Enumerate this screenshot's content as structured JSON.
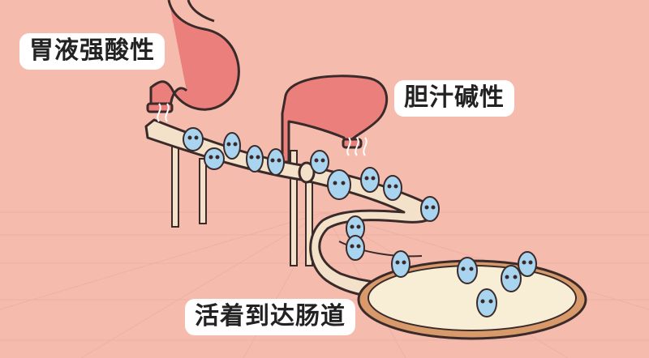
{
  "labels": {
    "stomach": "胃液强酸性",
    "bile": "胆汁碱性",
    "intestine": "活着到达肠道"
  },
  "colors": {
    "background": "#f5bcae",
    "organ": "#ea7f7b",
    "slide": "#f3e2c9",
    "outline": "#3a2a2a",
    "bacteria": "#a8d4f0",
    "pool": "#f8eed6"
  },
  "icons": [
    "stomach-icon",
    "gallbladder-icon",
    "slide-icon",
    "probiotic-bacterium-icon",
    "pool-icon"
  ]
}
